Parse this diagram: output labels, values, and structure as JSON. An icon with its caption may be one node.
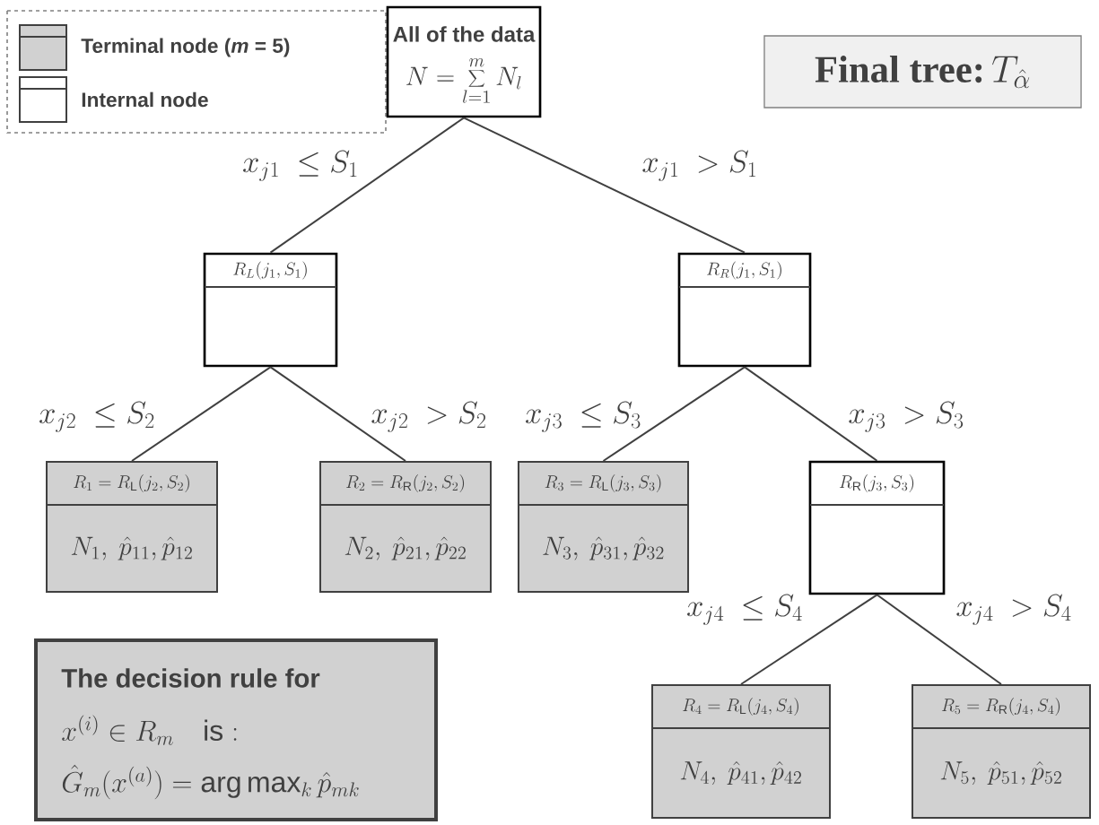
{
  "diagram": {
    "nodes": [
      {
        "text": [
          "All of the data",
          "N = \\sum_{l=1}^{m} N_l"
        ]
      },
      {
        "text": [
          "R_L(j_1, S_1)"
        ]
      },
      {
        "text": [
          "R_R(j_1, S_1)"
        ]
      },
      {
        "text": [
          "R_1 = R_{\\mathrm{L}}(j_2, S_2)",
          "N_1,\\ \\hat{p}_{11}, \\hat{p}_{12}"
        ]
      },
      {
        "text": [
          "R_2 = R_{\\mathrm{R}}(j_2, S_2)",
          "N_2,\\ \\hat{p}_{21}, \\hat{p}_{22}"
        ]
      },
      {
        "text": [
          "R_3 = R_{\\mathrm{L}}(j_3, S_3)",
          "N_3,\\ \\hat{p}_{31}, \\hat{p}_{32}"
        ]
      },
      {
        "text": [
          "R_{\\mathrm{R}}(j_3, S_3)"
        ]
      },
      {
        "text": [
          "R_4 = R_{\\mathrm{L}}(j_4, S_4)",
          "N_4,\\ \\hat{p}_{41}, \\hat{p}_{42}"
        ]
      },
      {
        "text": [
          "R_5 = R_{\\mathrm{R}}(j_4, S_4)",
          "N_5,\\ \\hat{p}_{51}, \\hat{p}_{52}"
        ]
      },
      {
        "text": [
          "The decision rule for",
          "x^{(i)} \\in R_m \\quad \\mathrm{is:}",
          "\\hat{G}_m(x^{(a)}) = \\arg\\max_k \\hat{p}_{mk}"
        ]
      },
      {
        "text": [
          "\\textbf{Final tree:}\\,T_{\\hat{\\alpha}}"
        ]
      }
    ],
    "edges": [
      {
        "from": 0,
        "to": 1,
        "arrow": "none",
        "label": "x_{j1} \\ \\le S_1"
      },
      {
        "from": 0,
        "to": 2,
        "arrow": "none",
        "label": "x_{j1} \\ > S_1"
      },
      {
        "from": 1,
        "to": 3,
        "arrow": "none",
        "label": "x_{j2} \\ \\le S_2"
      },
      {
        "from": 1,
        "to": 4,
        "arrow": "none",
        "label": "x_{j2} \\ > S_2"
      },
      {
        "from": 2,
        "to": 5,
        "arrow": "none",
        "label": "x_{j3} \\ \\le S_3"
      },
      {
        "from": 2,
        "to": 6,
        "arrow": "none",
        "label": "x_{j3} \\ > S_3"
      },
      {
        "from": 6,
        "to": 7,
        "arrow": "none",
        "label": "x_{j4} \\ \\le S_4"
      },
      {
        "from": 6,
        "to": 8,
        "arrow": "none",
        "label": "x_{j4} \\ > S_4"
      }
    ],
    "legend": [
      {
        "text": "Terminal node (*m* = 5)"
      },
      {
        "text": "Internal node"
      }
    ]
  }
}
